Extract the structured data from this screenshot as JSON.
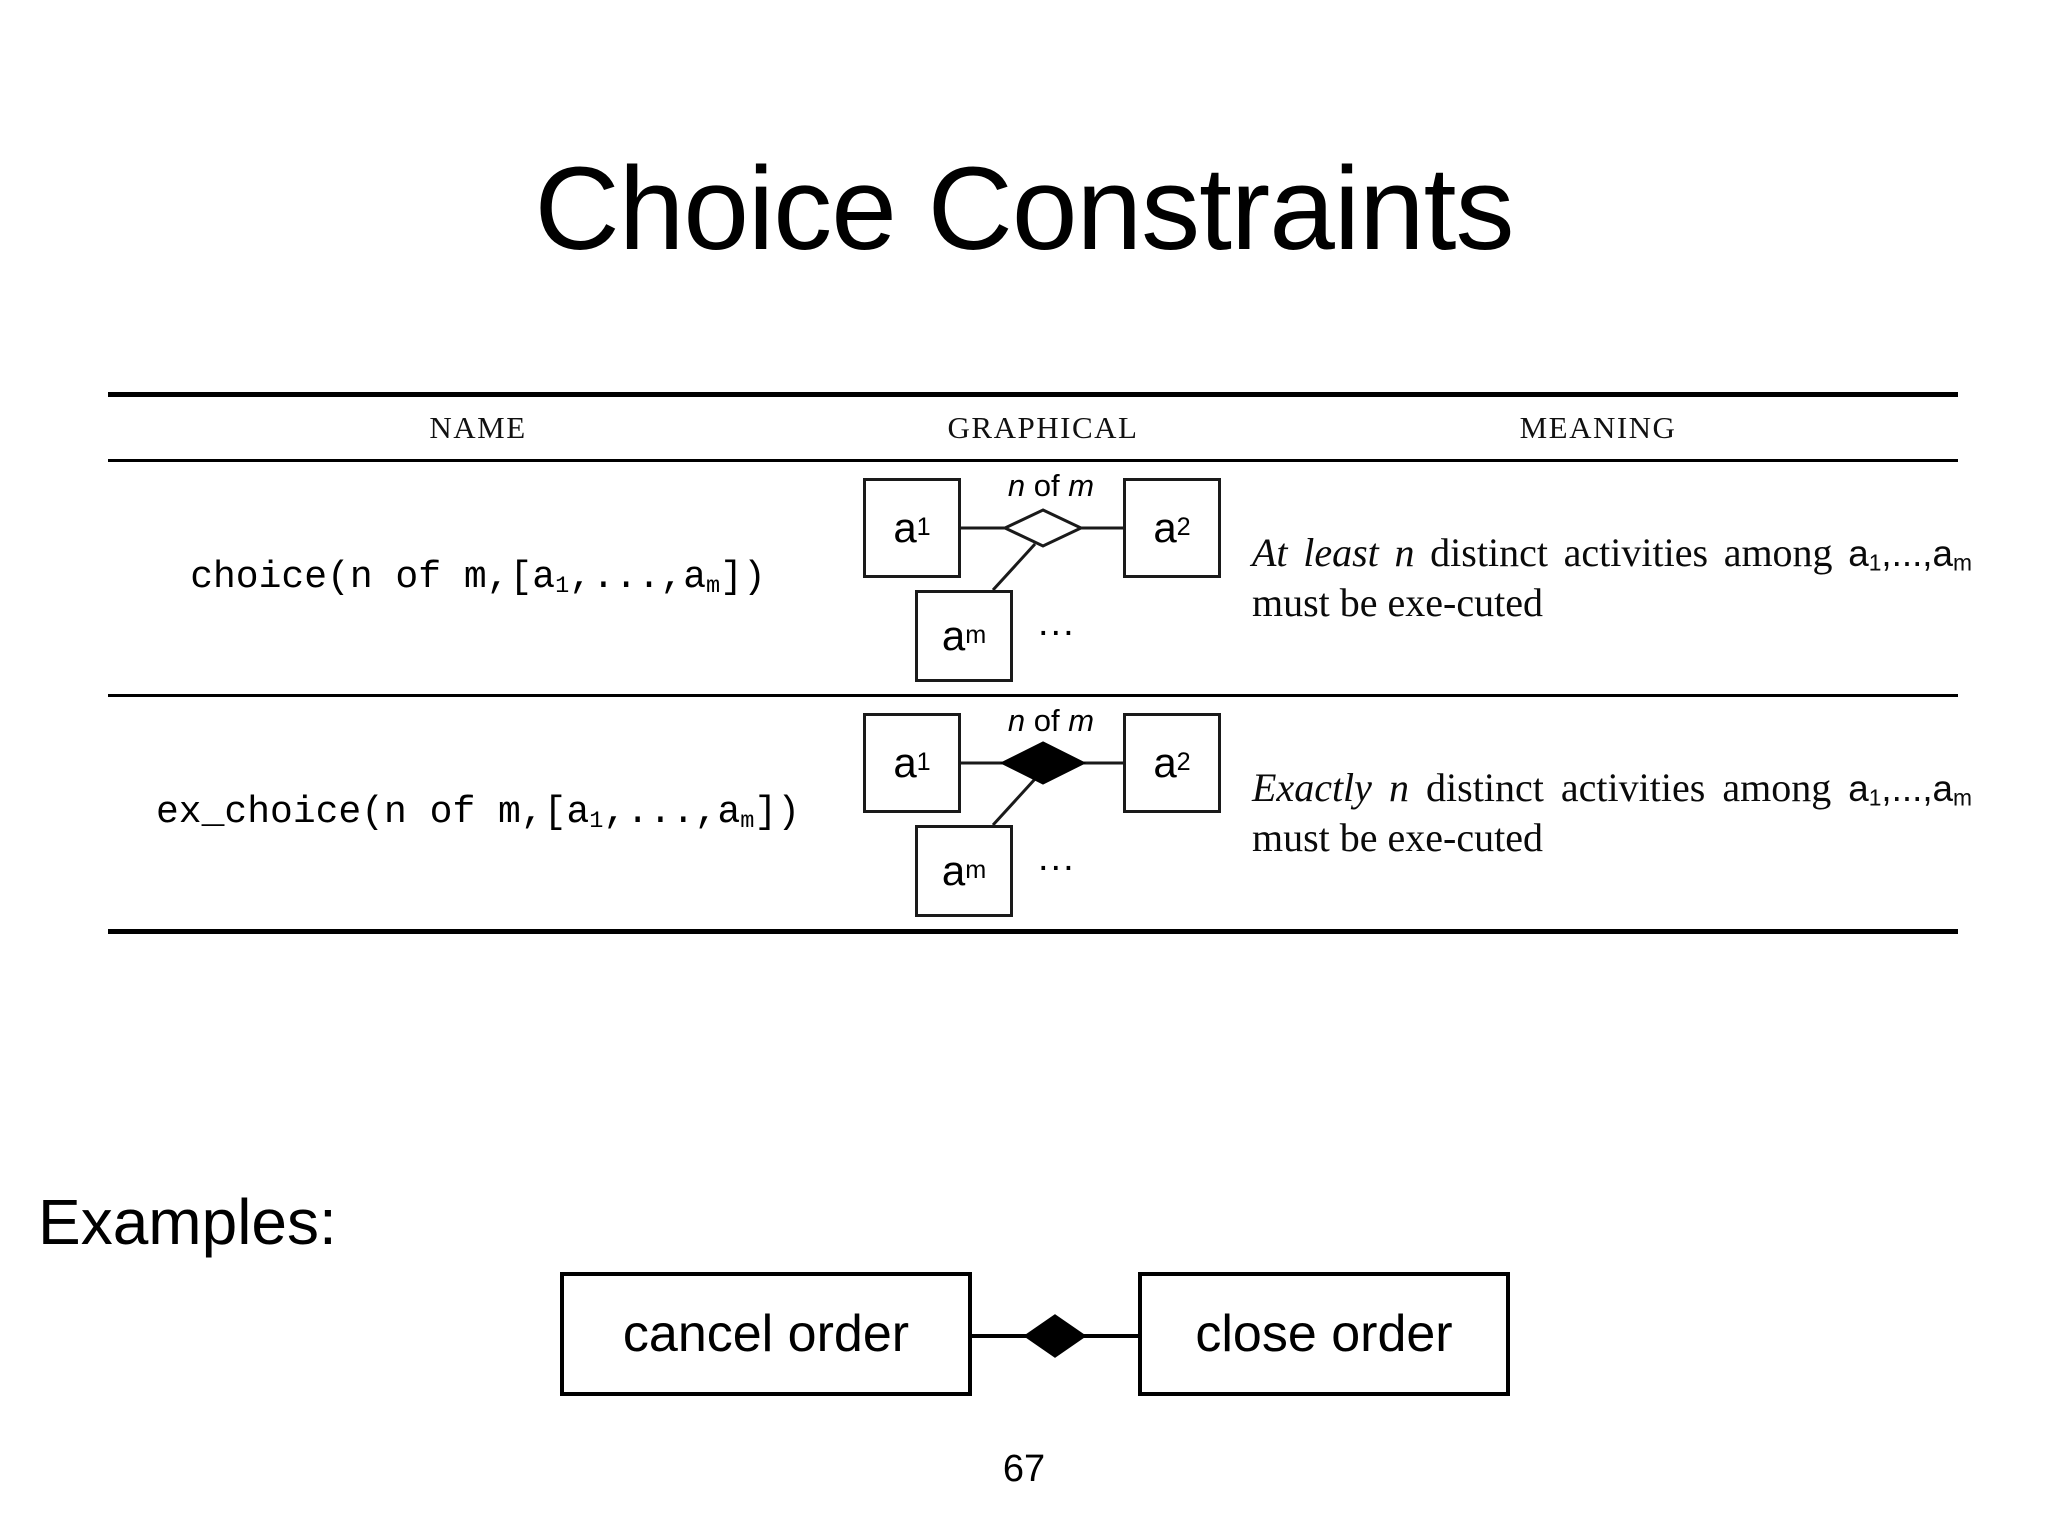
{
  "slide": {
    "title": "Choice Constraints",
    "page_number": "67"
  },
  "table": {
    "headers": {
      "name": "NAME",
      "graphical": "GRAPHICAL",
      "meaning": "MEANING"
    },
    "rows": [
      {
        "name_prefix": "choice(n of m,[a",
        "name_sub1": "1",
        "name_mid": ",...,a",
        "name_sub2": "m",
        "name_suffix": "])",
        "diagram": {
          "box_a1": "a",
          "box_a1_sub": "1",
          "box_a2": "a",
          "box_a2_sub": "2",
          "box_am": "a",
          "box_am_sub": "m",
          "edge_label_n": "n",
          "edge_label_of": "of",
          "edge_label_m": "m",
          "ellipsis": "...",
          "diamond_fill": "none"
        },
        "meaning": {
          "emphasis": "At least",
          "var_n": "n",
          "text_after_n": "distinct activities among",
          "list_a": "a",
          "list_sub1": "1",
          "list_mid": ",...,",
          "list_a2": "a",
          "list_sub2": "m",
          "text_tail": "must be exe-cuted"
        }
      },
      {
        "name_prefix": "ex_choice(n of m,[a",
        "name_sub1": "1",
        "name_mid": ",...,a",
        "name_sub2": "m",
        "name_suffix": "])",
        "diagram": {
          "box_a1": "a",
          "box_a1_sub": "1",
          "box_a2": "a",
          "box_a2_sub": "2",
          "box_am": "a",
          "box_am_sub": "m",
          "edge_label_n": "n",
          "edge_label_of": "of",
          "edge_label_m": "m",
          "ellipsis": "...",
          "diamond_fill": "black"
        },
        "meaning": {
          "emphasis": "Exactly",
          "var_n": "n",
          "text_after_n": "distinct activities among",
          "list_a": "a",
          "list_sub1": "1",
          "list_mid": ",...,",
          "list_a2": "a",
          "list_sub2": "m",
          "text_tail": "must be exe-cuted"
        }
      }
    ]
  },
  "examples": {
    "label": "Examples:",
    "diagram": {
      "left_box": "cancel order",
      "right_box": "close order",
      "diamond_fill": "black"
    }
  },
  "colors": {
    "ink": "#000000",
    "background": "#ffffff",
    "diamond_filled": "#000000",
    "diamond_hollow": "#ffffff"
  }
}
